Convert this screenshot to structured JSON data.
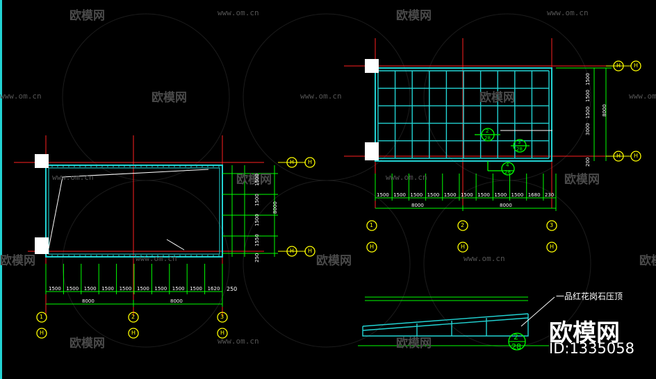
{
  "watermark": {
    "brand": "欧模网",
    "url": "www.om.cn"
  },
  "brand": {
    "name": "欧模网",
    "id_text": "ID:1335058"
  },
  "plan_left": {
    "dims_bottom": [
      "1500",
      "1500",
      "1500",
      "1500",
      "1500",
      "1500",
      "1500",
      "1500",
      "1500",
      "1620"
    ],
    "totals_bottom": [
      "8000",
      "8000"
    ],
    "extra_bottom": "250",
    "dims_right": [
      "1500",
      "1500",
      "1500",
      "1550"
    ],
    "extra_right": "250",
    "total_right": "8000",
    "axes_bottom": [
      "1",
      "2",
      "3"
    ],
    "axes_right": [
      "H",
      "H"
    ]
  },
  "plan_right": {
    "dims_bottom": [
      "1500",
      "1500",
      "1500",
      "1500",
      "1500",
      "1500",
      "1500",
      "1500",
      "1500",
      "1680",
      "230"
    ],
    "totals_bottom": [
      "8000",
      "8000"
    ],
    "dims_right": [
      "1500",
      "1500",
      "1500",
      "3000",
      "200"
    ],
    "total_right": "8000",
    "axes_bottom": [
      "1",
      "2",
      "3"
    ],
    "axes_right": [
      "H",
      "H"
    ],
    "details": [
      {
        "num": "2",
        "sheet": "28"
      },
      {
        "num": "3",
        "sheet": "28"
      },
      {
        "num": "4",
        "sheet": "28"
      }
    ]
  },
  "section": {
    "callout": "一品红花岗石压顶",
    "detail": {
      "num": "2",
      "sheet": "28"
    }
  },
  "colors": {
    "background": "#000000",
    "grid": "#22d3d3",
    "dim": "#00ff00",
    "axis": "#ff2020",
    "bubble": "#ffff00",
    "text": "#ffffff"
  }
}
